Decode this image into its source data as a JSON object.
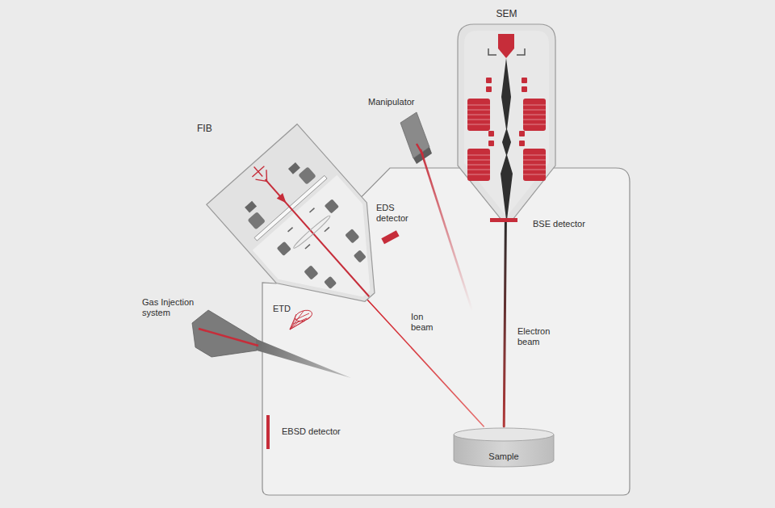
{
  "diagram": {
    "nodes": [
      {
        "text": [
          "SEM"
        ]
      },
      {
        "text": [
          "FIB"
        ]
      },
      {
        "text": [
          "Sample"
        ]
      }
    ],
    "edges": [
      {
        "from": 0,
        "to": 2,
        "arrow": "none",
        "label": "Electron beam"
      },
      {
        "from": 1,
        "to": 2,
        "arrow": "none",
        "label": "Ion beam"
      }
    ],
    "labels": [
      "Manipulator",
      "EDS detector",
      "BSE detector",
      "ETD",
      "Gas Injection system",
      "EBSD detector"
    ]
  }
}
